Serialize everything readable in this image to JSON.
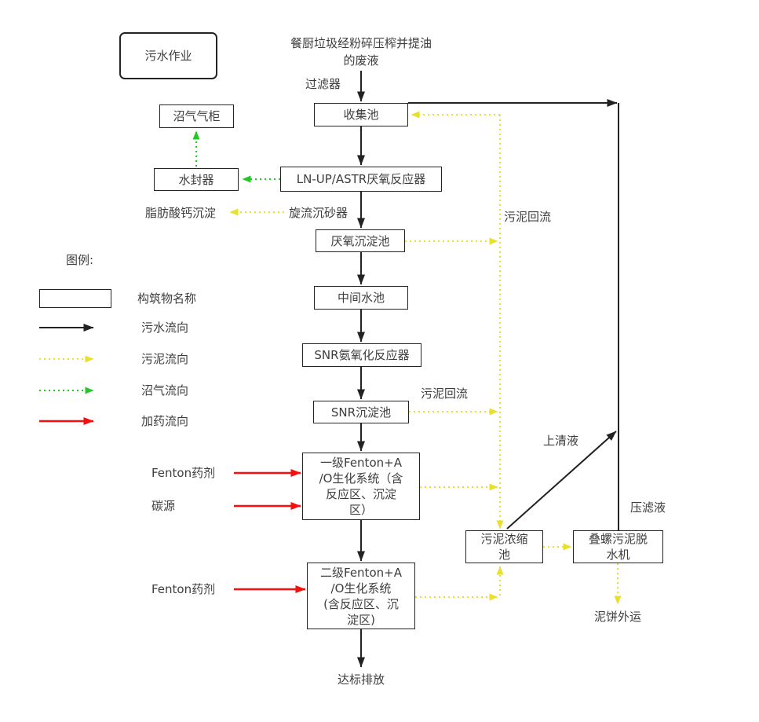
{
  "colors": {
    "sewage": "#222222",
    "sludge": "#e8e02b",
    "biogas": "#24c724",
    "dosing": "#f50f0f"
  },
  "title_box": "污水作业",
  "source": {
    "text": "餐厨垃圾经粉碎压榨并提油\n的废液"
  },
  "boxes": {
    "biogas_tank": "沼气气柜",
    "water_seal": "水封器",
    "collection_pool": "收集池",
    "anaerobic_reactor": "LN-UP/ASTR厌氧反应器",
    "anaerobic_sedimentation": "厌氧沉淀池",
    "intermediate_pool": "中间水池",
    "snr_reactor": "SNR氨氧化反应器",
    "snr_sedimentation": "SNR沉淀池",
    "fenton_stage1": "一级Fenton+A\n/O生化系统（含\n反应区、沉淀\n区）",
    "fenton_stage2": "二级Fenton+A\n/O生化系统\n(含反应区、沉\n淀区)",
    "sludge_thickener": "污泥浓缩\n池",
    "dewatering_machine": "叠螺污泥脱\n水机"
  },
  "inline_labels": {
    "filter": "过滤器",
    "cyclone": "旋流沉砂器",
    "fatty_acid": "脂肪酸钙沉淀",
    "sludge_return_upper": "污泥回流",
    "sludge_return_lower": "污泥回流",
    "supernatant": "上清液",
    "press_filtrate": "压滤液",
    "mud_cake_out": "泥饼外运",
    "discharge": "达标排放",
    "fenton_reagent_1": "Fenton药剂",
    "carbon_source": "碳源",
    "fenton_reagent_2": "Fenton药剂"
  },
  "legend": {
    "title": "图例:",
    "items": [
      {
        "label": "构筑物名称"
      },
      {
        "label": "污水流向"
      },
      {
        "label": "污泥流向"
      },
      {
        "label": "沼气流向"
      },
      {
        "label": "加药流向"
      }
    ]
  }
}
